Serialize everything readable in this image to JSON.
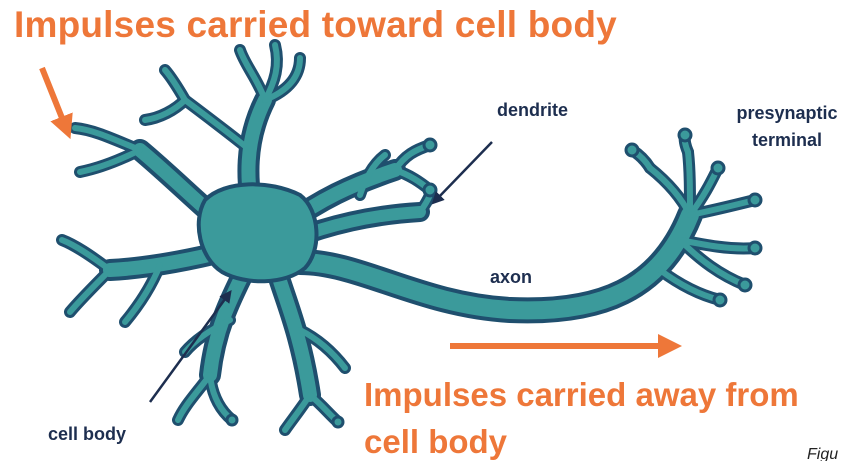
{
  "labels": {
    "impulses_toward": "Impulses carried toward cell body",
    "impulses_away": "Impulses carried away from cell body",
    "dendrite": "dendrite",
    "presynaptic_terminal": "presynaptic terminal",
    "axon": "axon",
    "cell_body": "cell body",
    "figure_fragment": "Figu"
  },
  "colors": {
    "neuron_fill": "#3b9a9b",
    "neuron_outline": "#1f4f6e",
    "impulse_arrow": "#ee7739",
    "pointer_arrow": "#1d2e4f",
    "label_text": "#1d2e4f"
  }
}
